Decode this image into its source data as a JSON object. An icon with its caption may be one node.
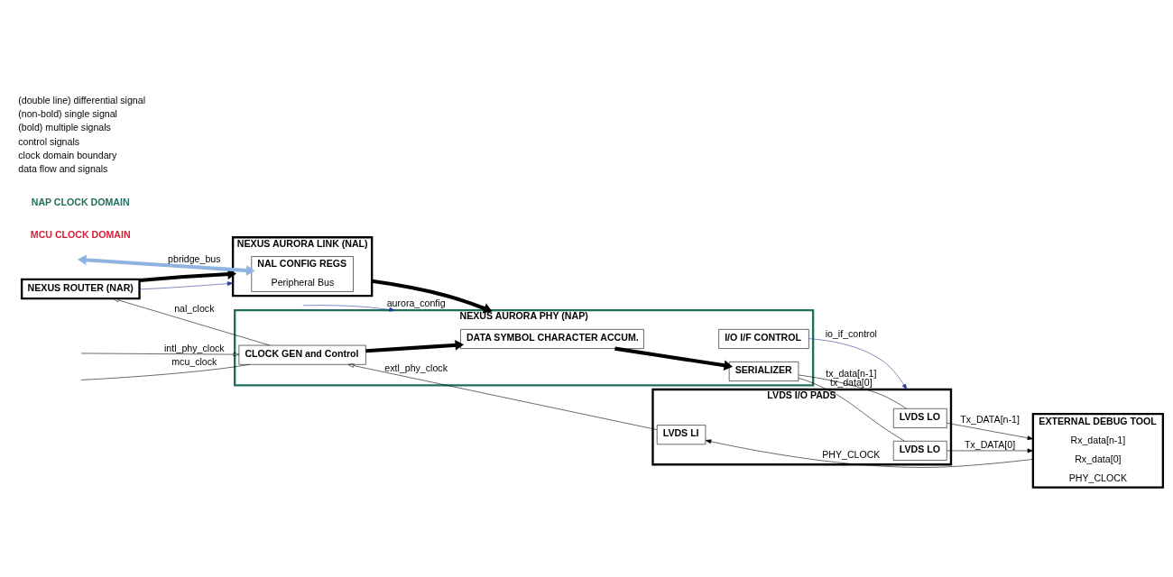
{
  "diagram": {
    "nodes": [
      {
        "text": [
          "NEXUS ROUTER (NAR)"
        ]
      },
      {
        "text": [
          "NEXUS AURORA LINK (NAL)"
        ]
      },
      {
        "text": [
          "NAL CONFIG REGS",
          "Peripheral Bus"
        ],
        "in": 1
      },
      {
        "text": [
          "NEXUS AURORA PHY (NAP)"
        ]
      },
      {
        "text": [
          "DATA SYMBOL CHARACTER ACCUM."
        ],
        "in": 3
      },
      {
        "text": [
          "SERIALIZER"
        ],
        "in": 3
      },
      {
        "text": [
          "CLOCK GEN and Control"
        ],
        "in": 3
      },
      {
        "text": [
          "I/O I/F CONTROL"
        ],
        "in": 3
      },
      {
        "text": [
          "LVDS I/O PADS"
        ]
      },
      {
        "text": [
          "LVDS LO"
        ],
        "in": 8
      },
      {
        "text": [
          "LVDS LO"
        ],
        "in": 8
      },
      {
        "text": [
          "LVDS LI"
        ],
        "in": 8
      },
      {
        "text": [
          "EXTERNAL DEBUG TOOL",
          "Rx_data[n-1]",
          "Rx_data[0]",
          "PHY_CLOCK"
        ]
      }
    ],
    "edges": [
      {
        "from": 0,
        "to": 1,
        "arrow": "to",
        "color": "#2b3990"
      },
      {
        "from": 0,
        "to": 1,
        "arrow": "to",
        "style": "thick"
      },
      {
        "from": 1,
        "to": 3,
        "arrow": "to",
        "style": "thick"
      },
      {
        "from": 4,
        "to": 5,
        "arrow": "to",
        "style": "thick"
      },
      {
        "from": 6,
        "to": 4,
        "arrow": "to",
        "style": "thick"
      },
      {
        "from": 5,
        "to": 9,
        "arrow": "none",
        "label": "tx_data[n-1]"
      },
      {
        "from": 5,
        "to": 10,
        "arrow": "none",
        "label": "tx_data[0]"
      },
      {
        "from": 9,
        "to": 12,
        "arrow": "to",
        "label": "Tx_DATA[n-1]"
      },
      {
        "from": 10,
        "to": 12,
        "arrow": "to",
        "label": "Tx_DATA[0]"
      },
      {
        "from": 12,
        "to": 11,
        "arrow": "to",
        "label": "PHY_CLOCK"
      },
      {
        "from": 11,
        "to": 6,
        "arrow": "to",
        "label": "extl_phy_clock"
      },
      {
        "from": 6,
        "to": 0,
        "arrow": "to",
        "label": "nal_clock"
      },
      {
        "from": 6,
        "to": null,
        "arrow": "none",
        "label": "mcu_clock"
      },
      {
        "from": 2,
        "to": null,
        "arrow": "both",
        "label": "pbridge_bus",
        "style": "thick",
        "color": "#8fb4e0"
      },
      {
        "from": null,
        "to": 6,
        "arrow": "to",
        "label": "intl_phy_clock"
      },
      {
        "from": null,
        "to": 3,
        "arrow": "to",
        "label": "aurora_config",
        "color": "#2b3990"
      },
      {
        "from": 7,
        "to": 8,
        "arrow": "to",
        "label": "io_if_control",
        "color": "#2b3990"
      }
    ],
    "labels": [
      "MCU CLOCK DOMAIN",
      "NAP CLOCK DOMAIN"
    ],
    "legend": [
      {
        "text": "(double line) differential signal"
      },
      {
        "text": "(non-bold) single signal"
      },
      {
        "text": "(bold) multiple signals"
      },
      {
        "text": "control signals"
      },
      {
        "text": "clock domain boundary"
      },
      {
        "text": "data flow and signals"
      }
    ]
  }
}
